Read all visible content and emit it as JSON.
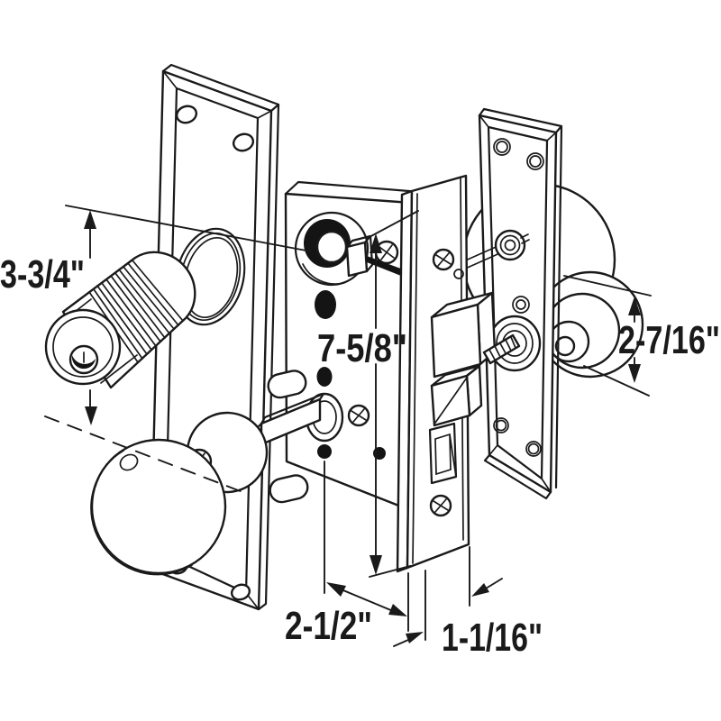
{
  "diagram": {
    "title": "Mortise lock set exploded-view diagram",
    "colors": {
      "line": "#1a1a1a",
      "background": "#ffffff"
    },
    "labels": {
      "left": "3-3/4\"",
      "center": "7-5/8\"",
      "bottom_left": "2-1/2\"",
      "bottom_right": "1-1/16\"",
      "right": "2-7/16\""
    }
  }
}
